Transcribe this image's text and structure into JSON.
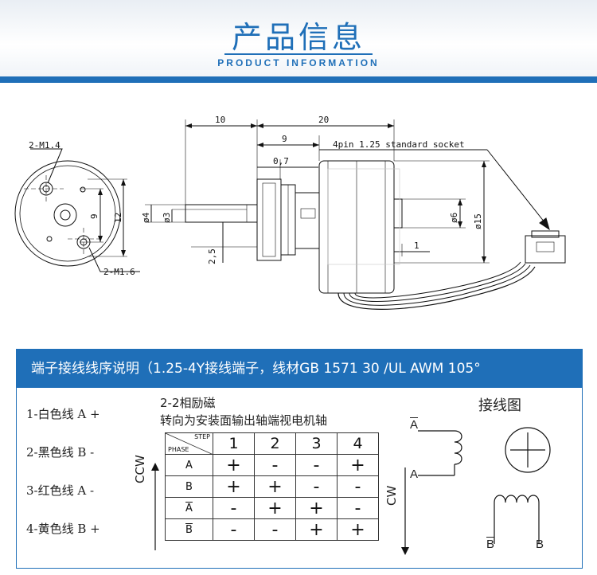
{
  "header": {
    "title": "产品信息",
    "subtitle": "PRODUCT INFORMATION"
  },
  "drawing": {
    "front_view": {
      "hole_top": "2-M1.4",
      "hole_bottom": "2-M1.6",
      "dim_vertical_9": "9",
      "dim_vertical_12": "12"
    },
    "side_view": {
      "dim_10": "10",
      "dim_20": "20",
      "dim_9": "9",
      "dim_07": "0,7",
      "dim_d4": "ø4",
      "dim_d3": "ø3",
      "dim_25": "2,5",
      "dim_d6": "ø6",
      "dim_d15": "ø15",
      "dim_1": "1",
      "socket_note": "4pin 1.25 standard socket"
    }
  },
  "wiring": {
    "header": "端子接线线序说明（1.25-4Y接线端子，线材GB 1571   30 /UL  AWM  105°",
    "wires": [
      "1-白色线 A +",
      "2-黑色线 B -",
      "3-红色线 A -",
      "4-黄色线 B +"
    ],
    "excitation": "2-2相励磁",
    "direction_note": "转向为安装面输出轴端视电机轴",
    "ccw": "CCW",
    "cw": "CW",
    "table": {
      "step_header": "STEP",
      "phase_header": "PHASE",
      "steps": [
        "1",
        "2",
        "3",
        "4"
      ],
      "rows": [
        {
          "phase": "A",
          "overline": false,
          "cells": [
            "+",
            "-",
            "-",
            "+"
          ]
        },
        {
          "phase": "B",
          "overline": false,
          "cells": [
            "+",
            "+",
            "-",
            "-"
          ]
        },
        {
          "phase": "A",
          "overline": true,
          "cells": [
            "-",
            "+",
            "+",
            "-"
          ]
        },
        {
          "phase": "B",
          "overline": true,
          "cells": [
            "-",
            "-",
            "+",
            "+"
          ]
        }
      ]
    },
    "diagram_title": "接线图",
    "coil_labels": {
      "a_bar": "A",
      "a": "A",
      "b_bar": "B",
      "b": "B"
    }
  },
  "colors": {
    "accent": "#1f6fb8"
  }
}
